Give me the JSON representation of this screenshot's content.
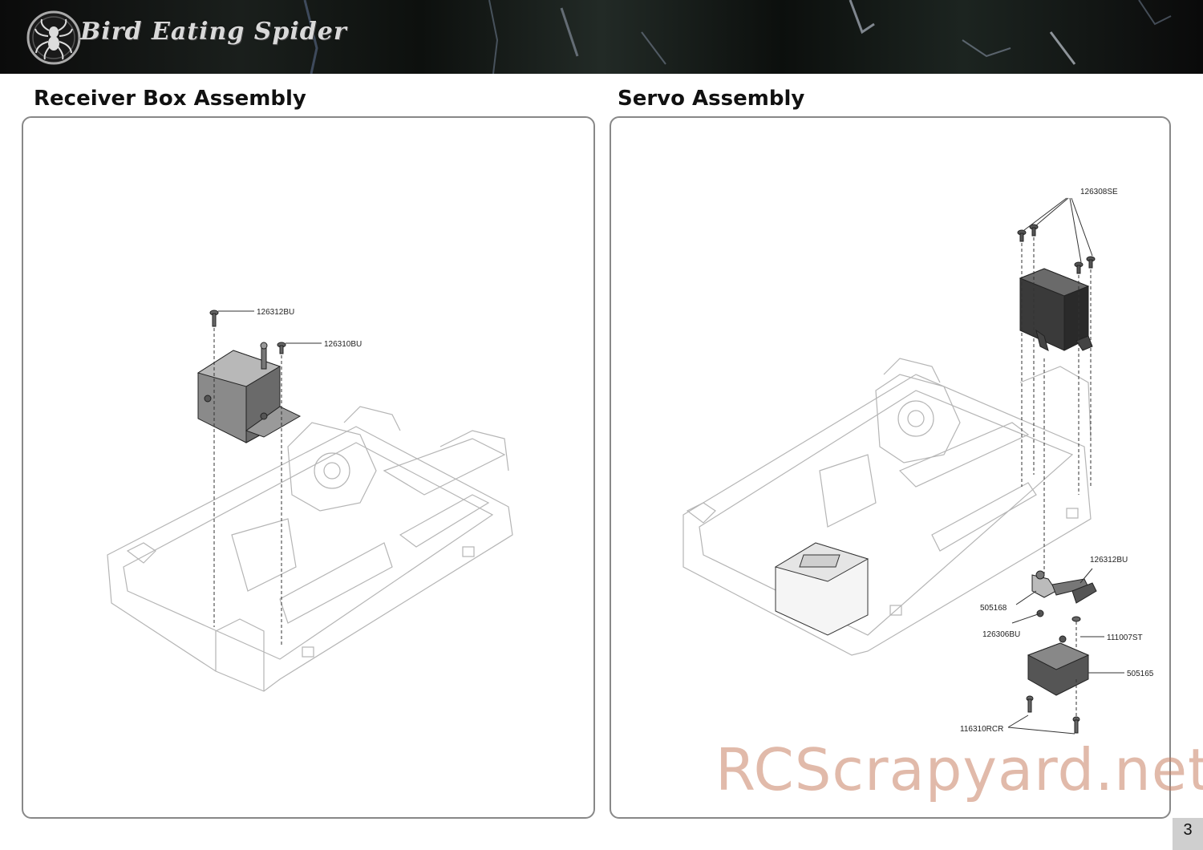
{
  "header": {
    "logo_text": "Bird Eating Spider",
    "logo_icon": "spider-emblem-icon"
  },
  "sections": [
    {
      "title": "Receiver Box Assembly",
      "parts": [
        "126312BU",
        "126310BU"
      ]
    },
    {
      "title": "Servo Assembly",
      "parts": [
        "126308SE",
        "126312BU",
        "505168",
        "126306BU",
        "111007ST",
        "505165",
        "116310RCR"
      ]
    }
  ],
  "watermark": "RCScrapyard.net",
  "page_number": "3"
}
